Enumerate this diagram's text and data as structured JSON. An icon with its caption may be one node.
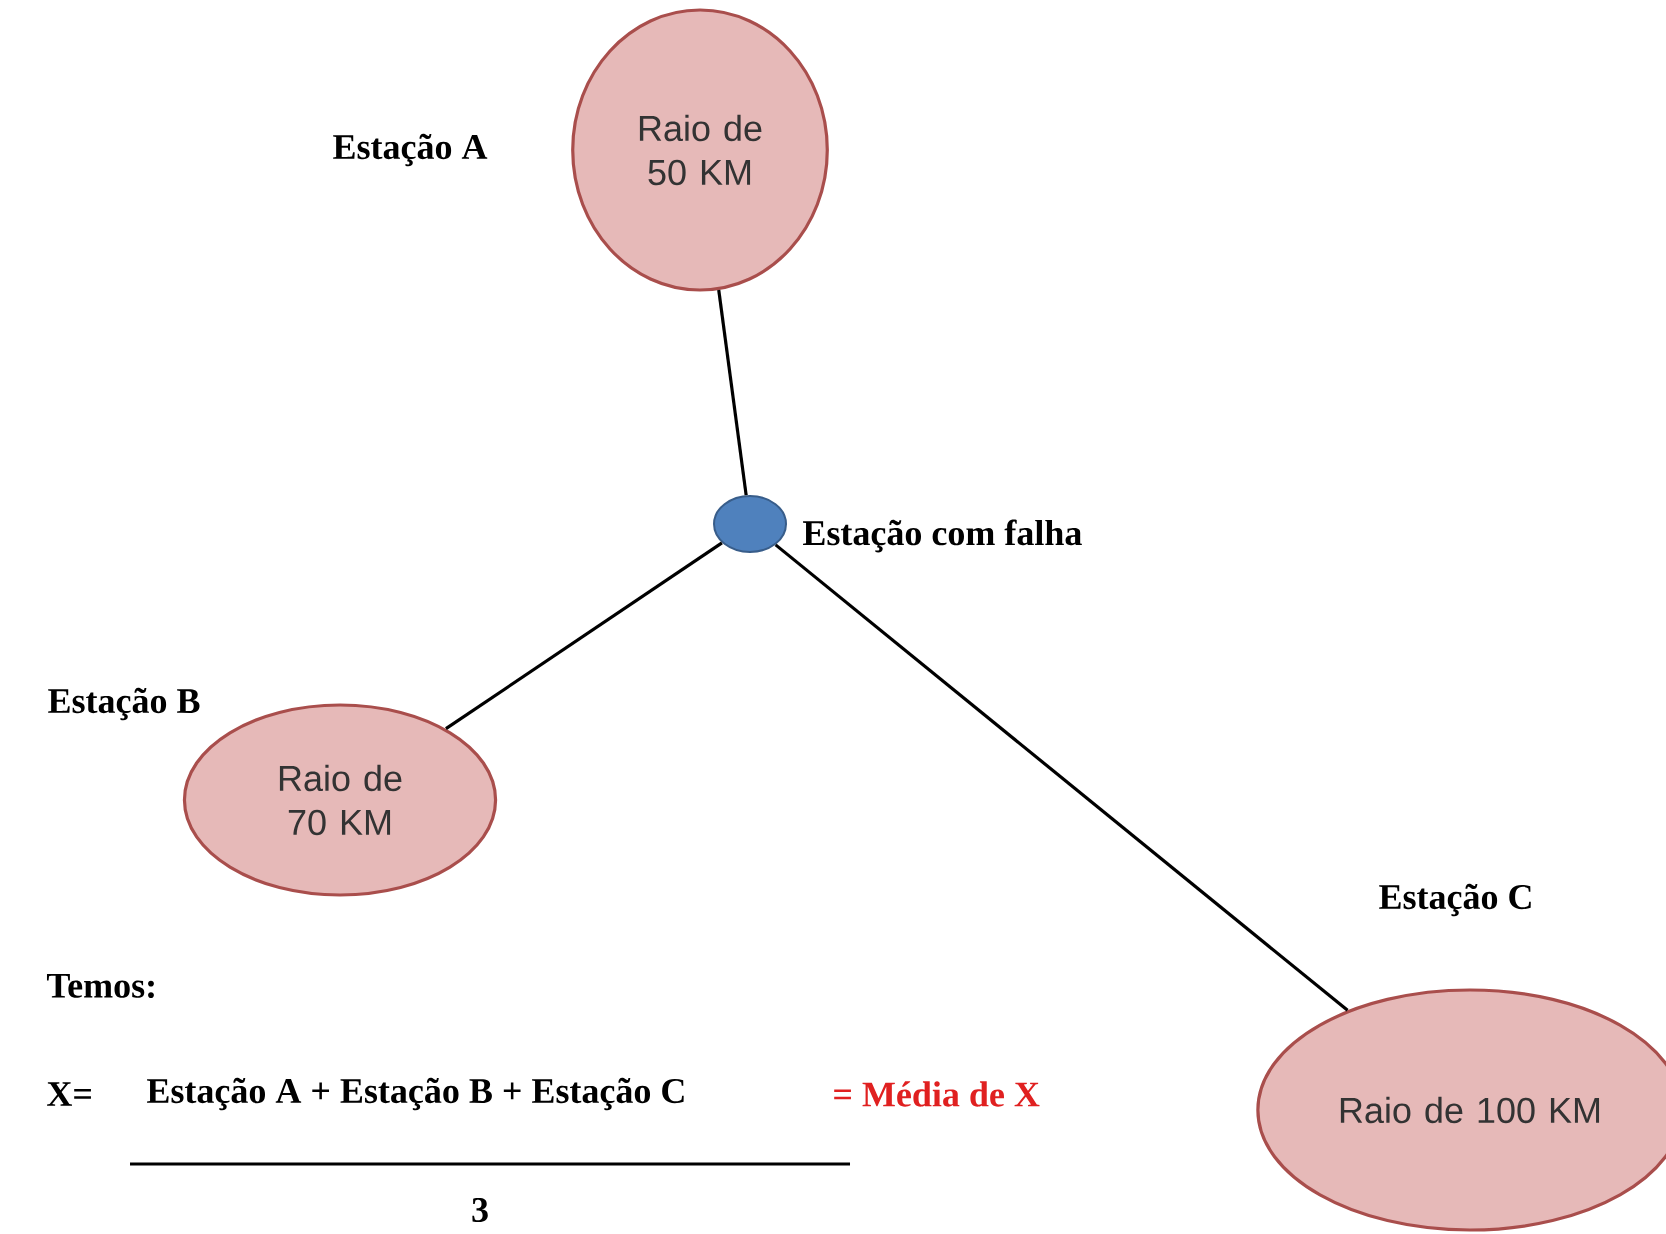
{
  "diagram": {
    "nodes": [
      {
        "text": [
          "Raio de 50 KM"
        ],
        "beside": [
          "Estação A"
        ]
      },
      {
        "text": [],
        "shape": "circle",
        "beside": [
          "Estação com falha"
        ]
      },
      {
        "text": [
          "Raio de 70 KM"
        ],
        "beside": [
          "Estação B"
        ]
      },
      {
        "text": [
          "Raio de 100 KM"
        ],
        "beside": [
          "Estação C"
        ]
      }
    ],
    "edges": [
      {
        "from": 0,
        "to": 1,
        "arrow": "none"
      },
      {
        "from": 1,
        "to": 2,
        "arrow": "none"
      },
      {
        "from": 1,
        "to": 3,
        "arrow": "none"
      }
    ],
    "labels": [
      "Temos:",
      "X=",
      "Estação A + Estação B + Estação C",
      "= Média de X",
      "3"
    ]
  }
}
